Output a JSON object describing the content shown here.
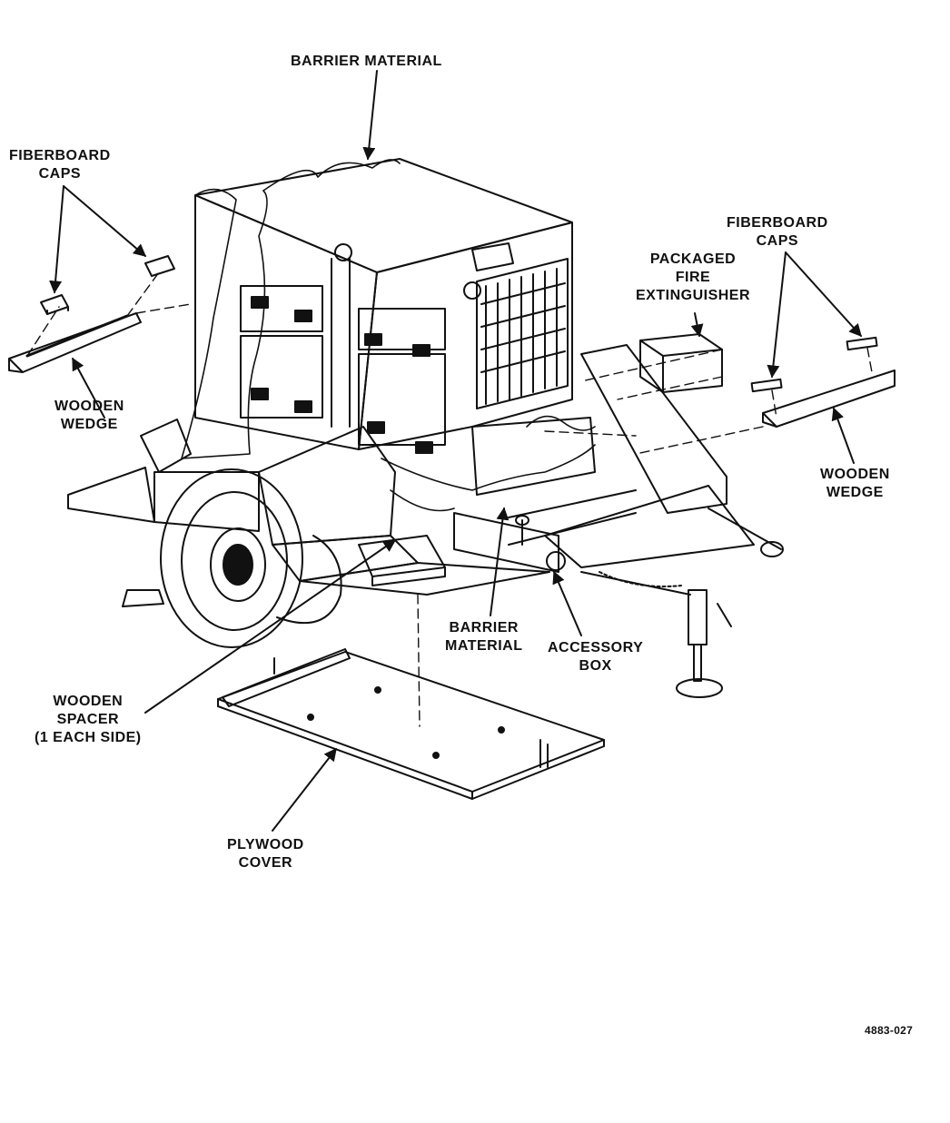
{
  "figure": {
    "id": "4883-027",
    "labels": {
      "barrier_material_top": [
        "BARRIER MATERIAL"
      ],
      "fiberboard_caps_left": [
        "FIBERBOARD",
        "CAPS"
      ],
      "fiberboard_caps_right": [
        "FIBERBOARD",
        "CAPS"
      ],
      "packaged_fire_extinguisher": [
        "PACKAGED",
        "FIRE",
        "EXTINGUISHER"
      ],
      "wooden_wedge_left": [
        "WOODEN",
        "WEDGE"
      ],
      "wooden_wedge_right": [
        "WOODEN",
        "WEDGE"
      ],
      "barrier_material_bottom": [
        "BARRIER",
        "MATERIAL"
      ],
      "accessory_box": [
        "ACCESSORY",
        "BOX"
      ],
      "wooden_spacer": [
        "WOODEN",
        "SPACER",
        "(1 EACH SIDE)"
      ],
      "plywood_cover": [
        "PLYWOOD",
        "COVER"
      ]
    }
  }
}
